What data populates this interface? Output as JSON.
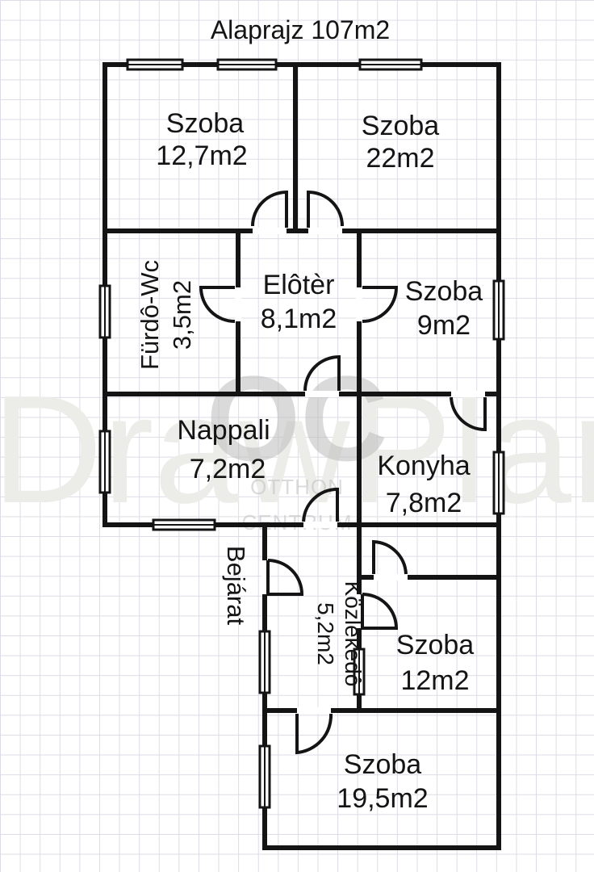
{
  "title": "Alaprajz 107m2",
  "watermark": {
    "brand": "DrawPlan",
    "logo": "OC",
    "logo_line1": "OTTHON",
    "logo_line2": "CENTRUM"
  },
  "entrance_label": "Bejárat",
  "rooms": [
    {
      "name": "Szoba",
      "area": "12,7m2"
    },
    {
      "name": "Szoba",
      "area": "22m2"
    },
    {
      "name": "Fürdô-Wc",
      "area": "3,5m2"
    },
    {
      "name": "Elôtèr",
      "area": "8,1m2"
    },
    {
      "name": "Szoba",
      "area": "9m2"
    },
    {
      "name": "Nappali",
      "area": "7,2m2"
    },
    {
      "name": "Konyha",
      "area": "7,8m2"
    },
    {
      "name": "Közlekedô",
      "area": "5,2m2"
    },
    {
      "name": "Szoba",
      "area": "12m2"
    },
    {
      "name": "Szoba",
      "area": "19,5m2"
    }
  ],
  "colors": {
    "wall": "#141414",
    "grid": "#dcdce6",
    "background": "#ffffff"
  }
}
